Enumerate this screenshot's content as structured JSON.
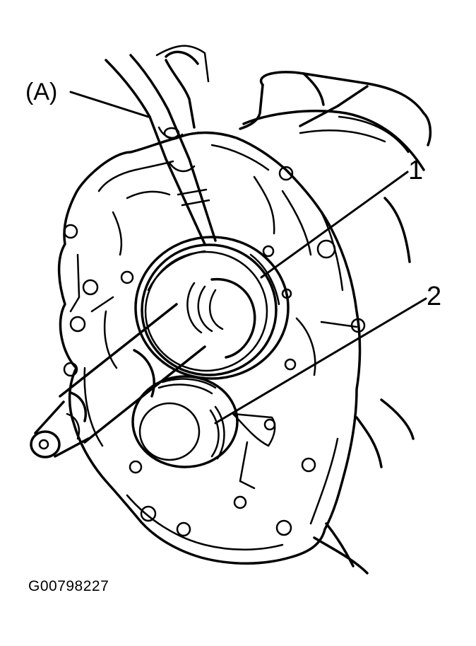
{
  "callouts": {
    "tool": "(A)",
    "part_1": "1",
    "part_2": "2"
  },
  "figure_id": "G00798227"
}
